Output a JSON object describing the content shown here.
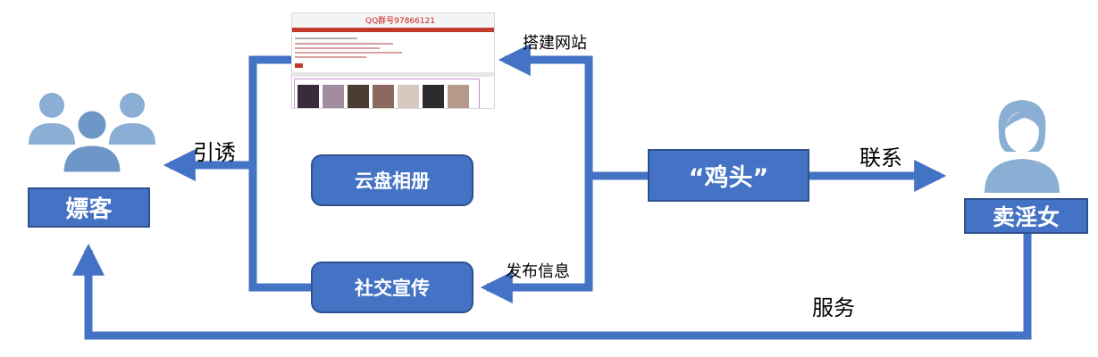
{
  "nodes": {
    "client": "嫖客",
    "pimp": "“鸡头”",
    "prostitute": "卖淫女",
    "cloud_album": "云盘相册",
    "social_promo": "社交宣传"
  },
  "edges": {
    "build_site": "搭建网站",
    "post_info": "发布信息",
    "lure": "引诱",
    "contact": "联系",
    "service": "服务"
  },
  "thumbnail": {
    "header_text": "QQ群号97866121"
  },
  "colors": {
    "box_fill": "#4472c4",
    "box_border": "#2f528f",
    "arrow": "#4472c4",
    "icon": "#8aaed4"
  }
}
